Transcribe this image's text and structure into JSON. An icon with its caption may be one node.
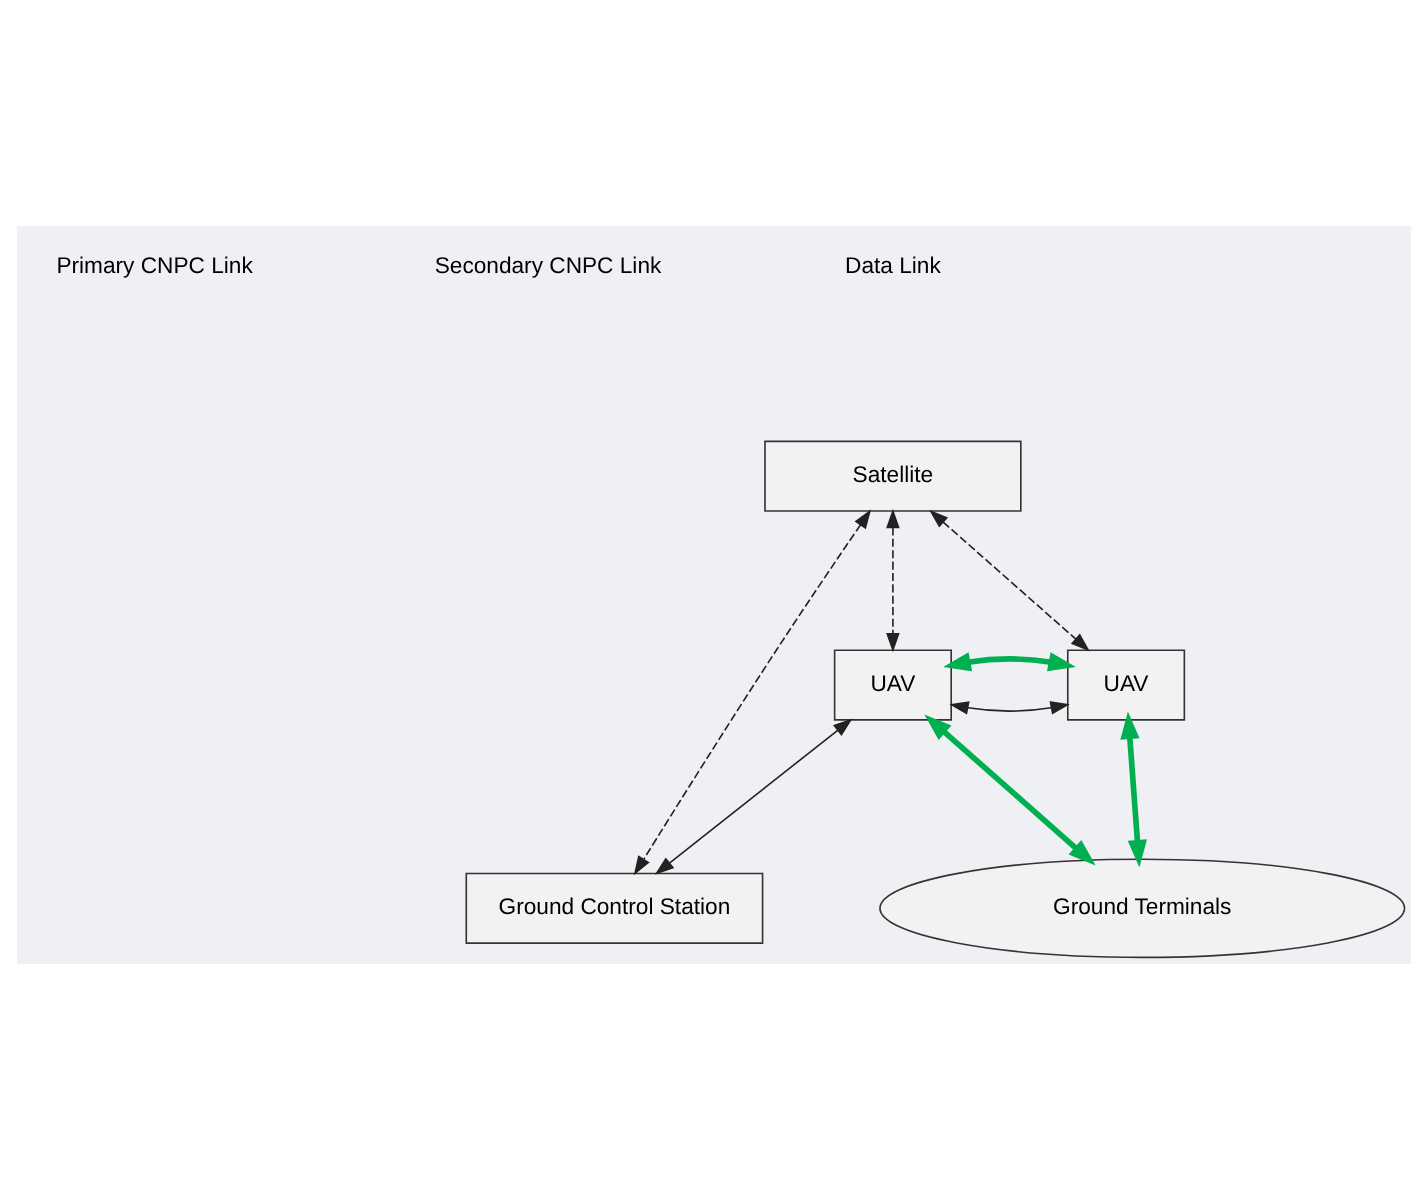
{
  "diagram": {
    "nodes": [
      {
        "text": [
          "Satellite"
        ]
      },
      {
        "text": [
          "UAV"
        ]
      },
      {
        "text": [
          "UAV"
        ]
      },
      {
        "text": [
          "Ground Control Station"
        ]
      },
      {
        "text": [
          "Ground Terminals"
        ]
      }
    ],
    "edges": [
      {
        "from": 0,
        "to": 1,
        "arrow": "both",
        "style": "dashed"
      },
      {
        "from": 0,
        "to": 2,
        "arrow": "both",
        "style": "dashed"
      },
      {
        "from": 0,
        "to": 3,
        "arrow": "both",
        "style": "dashed"
      },
      {
        "from": 1,
        "to": 2,
        "arrow": "both"
      },
      {
        "from": 1,
        "to": 2,
        "arrow": "both",
        "style": "thick",
        "color": "#00b050"
      },
      {
        "from": 1,
        "to": 3,
        "arrow": "both"
      },
      {
        "from": 1,
        "to": 4,
        "arrow": "both",
        "style": "thick",
        "color": "#00b050"
      },
      {
        "from": 2,
        "to": 4,
        "arrow": "both",
        "style": "thick",
        "color": "#00b050"
      }
    ],
    "legend": [
      {
        "text": "Primary CNPC Link"
      },
      {
        "text": "Secondary CNPC Link"
      },
      {
        "text": "Data Link"
      }
    ]
  }
}
